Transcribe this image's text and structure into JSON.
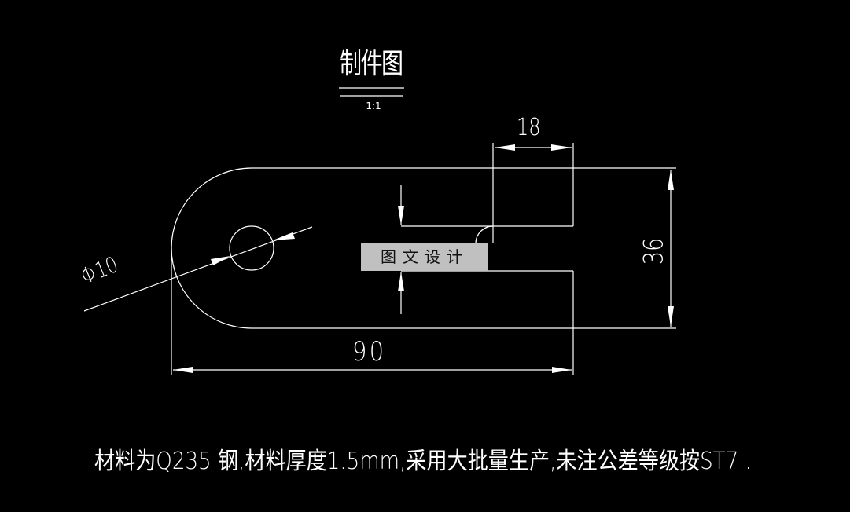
{
  "drawing": {
    "title": "制件图",
    "scale": "1:1",
    "background_color": "#000000",
    "line_color": "#ffffff",
    "dimensions": {
      "width_slot": "18",
      "height_total": "36",
      "length_total": "90",
      "hole_diameter": "Φ10"
    },
    "watermark": "图文设计",
    "watermark_bg": "#c0c0c0",
    "note": "材料为Q235 钢,材料厚度1.5mm,采用大批量生产,未注公差等级按ST7 ."
  }
}
